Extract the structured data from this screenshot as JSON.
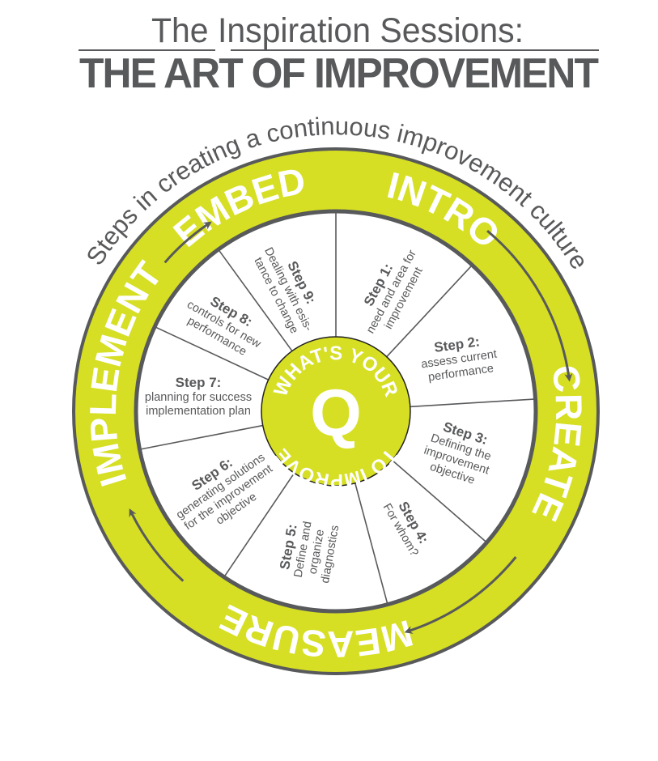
{
  "header": {
    "subtitle": "The Inspiration Sessions:",
    "title": "THE ART OF IMPROVEMENT"
  },
  "wheel": {
    "outer_caption": "Steps in creating a continuous improvement culture",
    "phases": [
      {
        "label": "EMBED"
      },
      {
        "label": "INTRO"
      },
      {
        "label": "CREATE"
      },
      {
        "label": "MEASURE"
      },
      {
        "label": "IMPLEMENT"
      }
    ],
    "center": {
      "top_text": "WHAT'S YOUR",
      "letter": "Q",
      "bottom_text": "TO IMPROVE"
    },
    "steps": [
      {
        "label": "Step 1:",
        "lines": [
          "need and area for",
          "improvement"
        ]
      },
      {
        "label": "Step 2:",
        "lines": [
          "assess current",
          "performance"
        ]
      },
      {
        "label": "Step 3:",
        "lines": [
          "Defining the",
          "improvement",
          "objective"
        ]
      },
      {
        "label": "Step 4:",
        "lines": [
          "For whom?"
        ]
      },
      {
        "label": "Step 5:",
        "lines": [
          "Define and",
          "organize",
          "diagnostics"
        ]
      },
      {
        "label": "Step 6:",
        "lines": [
          "generating solutions",
          "for the improvement",
          "objective"
        ]
      },
      {
        "label": "Step 7:",
        "lines": [
          "planning for success",
          "implementation plan"
        ]
      },
      {
        "label": "Step 8:",
        "lines": [
          "controls for new",
          "performance"
        ]
      },
      {
        "label": "Step 9:",
        "lines": [
          "Dealing with esis-",
          "tance to change"
        ]
      }
    ]
  },
  "colors": {
    "accent_green": "#d6df23",
    "gray": "#58595b",
    "white": "#ffffff"
  },
  "icons": [
    "arrow-intro-to-create",
    "arrow-create-to-measure",
    "arrow-measure-to-implement",
    "arrow-implement-to-embed"
  ]
}
